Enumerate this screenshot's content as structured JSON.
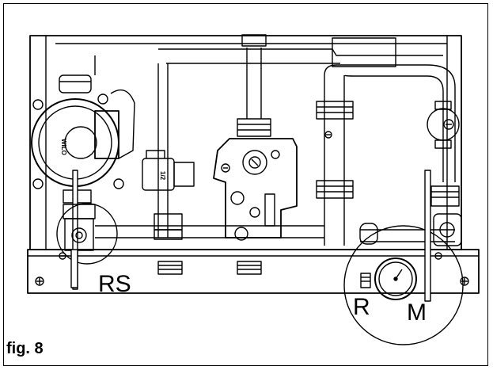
{
  "figure": {
    "caption": "fig. 8",
    "callouts": {
      "rs": "RS",
      "r": "R",
      "m": "M"
    },
    "pump_brand": "WILO",
    "valve_size": "1/2",
    "colors": {
      "line": "#000000",
      "background": "#ffffff"
    }
  }
}
